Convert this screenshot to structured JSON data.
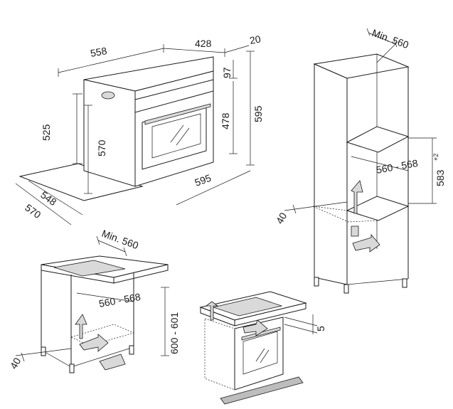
{
  "dimensions": {
    "oven_depth_558": "558",
    "oven_depth_428": "428",
    "panel_20": "20",
    "panel_97": "97",
    "oven_height_595": "595",
    "oven_inner_478": "478",
    "oven_side_525": "525",
    "oven_side_570": "570",
    "oven_width_595": "595",
    "oven_base_548": "548",
    "oven_base_570": "570",
    "column_min_560": "Min. 560",
    "column_width": "560 - 568",
    "column_height": "583",
    "column_height_tol": "+2",
    "column_gap_40": "40",
    "counter_min_560": "Min. 560",
    "counter_width": "560 - 568",
    "counter_height": "600 - 601",
    "counter_gap_40": "40",
    "hob_gap_5": "5"
  }
}
